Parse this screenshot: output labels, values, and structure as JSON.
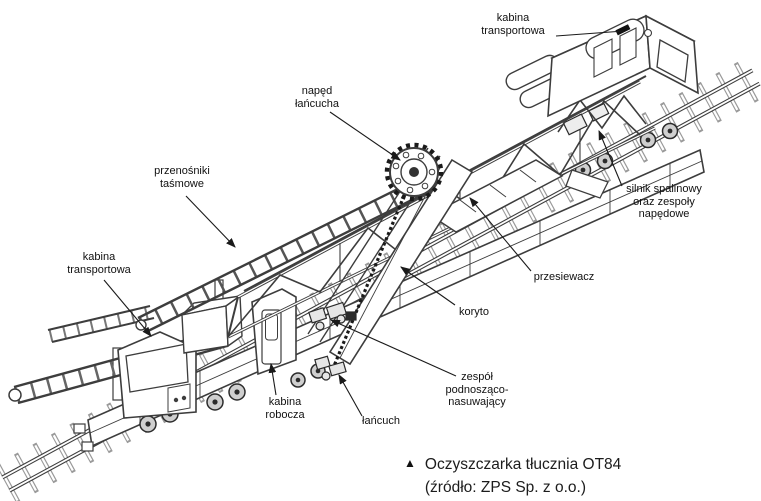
{
  "figure": {
    "labels": {
      "cab_transport_right": "kabina\ntransportowa",
      "chain_drive": "napęd\nłańcucha",
      "belt_conveyors": "przenośniki\ntaśmowe",
      "cab_transport_left": "kabina\ntransportowa",
      "engine": "silnik spalinowy\noraz zespoły\nnapędowe",
      "screen": "przesiewacz",
      "trough": "koryto",
      "lifting_unit": "zespół\npodnosząco-\nnasuwający",
      "working_cab": "kabina\nrobocza",
      "chain": "łańcuch"
    },
    "caption": {
      "marker": "▲",
      "title": "Oczyszczarka tłucznia OT84",
      "source": "(źródło: ZPS Sp. z o.o.)"
    },
    "colors": {
      "line": "#3d3d3d",
      "dark": "#1a1a1a",
      "label_text": "#111111",
      "background": "#ffffff"
    }
  }
}
